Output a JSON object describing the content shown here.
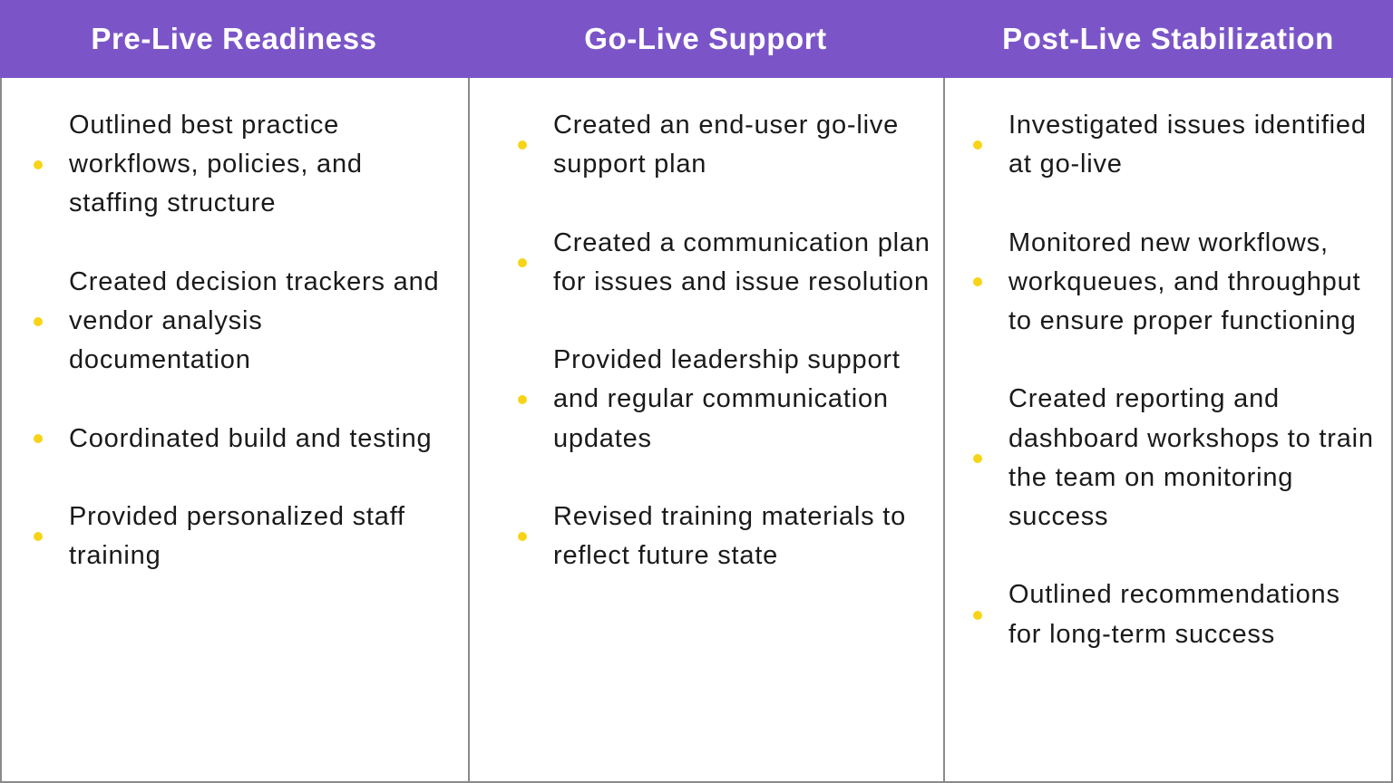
{
  "columns": [
    {
      "title": "Pre-Live Readiness",
      "items": [
        "Outlined best practice workflows, policies, and staffing structure",
        "Created decision trackers and vendor analysis documentation",
        "Coordinated build and testing",
        "Provided personalized staff training"
      ]
    },
    {
      "title": "Go-Live Support",
      "items": [
        "Created an end-user go-live support plan",
        "Created a communication plan for issues and issue resolution",
        "Provided leadership support and regular communication updates",
        "Revised training materials to reflect future state"
      ]
    },
    {
      "title": "Post-Live Stabilization",
      "items": [
        "Investigated issues identified at go-live",
        "Monitored new workflows, workqueues, and throughput to ensure proper functioning",
        "Created reporting and dashboard workshops to train the team on monitoring success",
        "Outlined recommendations for long-term success"
      ]
    }
  ],
  "colors": {
    "header_background": "#7b55c8",
    "header_text": "#ffffff",
    "bullet": "#f7d417",
    "divider": "#8a8a8a",
    "body_text": "#1a1a1a"
  }
}
